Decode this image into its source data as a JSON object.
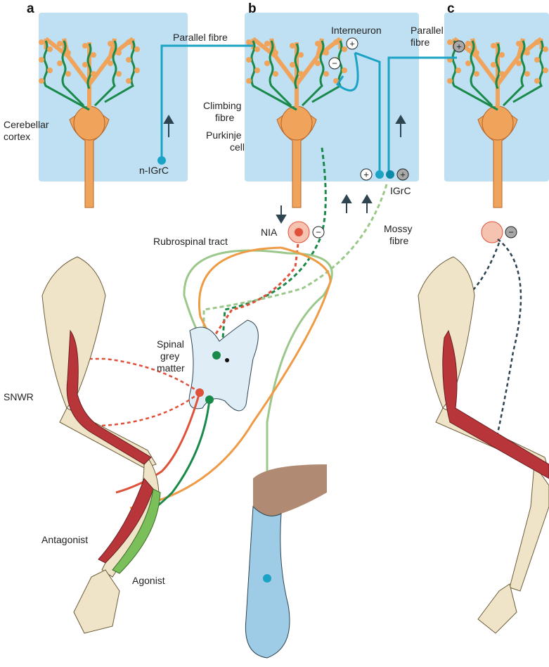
{
  "panels": {
    "a": "a",
    "b": "b",
    "c": "c"
  },
  "labels": {
    "parallel_fibre_b": "Parallel fibre",
    "interneuron": "Interneuron",
    "parallel_fibre_c_1": "Parallel",
    "parallel_fibre_c_2": "fibre",
    "cerebellar_1": "Cerebellar",
    "cerebellar_2": "cortex",
    "climbing_1": "Climbing",
    "climbing_2": "fibre",
    "purkinje_1": "Purkinje",
    "purkinje_2": "cell",
    "n_igrc": "n-IGrC",
    "igrc": "IGrC",
    "nia": "NIA",
    "rubrospinal": "Rubrospinal tract",
    "mossy_1": "Mossy",
    "mossy_2": "fibre",
    "spinal_1": "Spinal",
    "spinal_2": "grey",
    "spinal_3": "matter",
    "snwr": "SNWR",
    "antagonist": "Antagonist",
    "agonist": "Agonist"
  },
  "signs": {
    "plus": "+",
    "minus": "−"
  },
  "colors": {
    "background_blue": "#bfe0f2",
    "purkinje_orange": "#f0a35a",
    "climbing_green": "#1a8a4a",
    "parallel_cyan": "#1ba3c6",
    "mossy_light_green": "#9bc88a",
    "motor_red": "#e0513a",
    "rubrospinal_orange": "#ef9a45",
    "bone": "#efe4c8",
    "muscle": "#b8353a",
    "skin_brown": "#b08a72",
    "skin_blue": "#9ecbe6"
  }
}
